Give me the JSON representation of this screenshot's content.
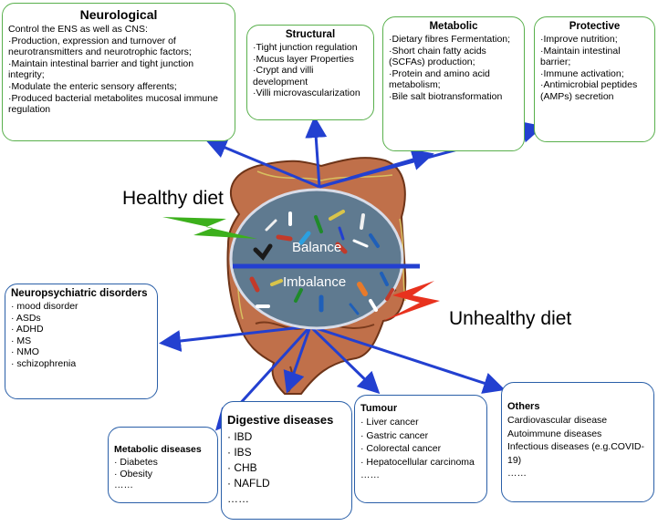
{
  "neurological": {
    "title": "Neurological",
    "items": [
      "Control the ENS as well as CNS:",
      "·Production, expression and turnover of neurotransmitters and neurotrophic factors;",
      "·Maintain intestinal barrier and tight junction integrity;",
      "·Modulate the enteric sensory afferents;",
      "·Produced  bacterial metabolites  mucosal immune regulation"
    ]
  },
  "structural": {
    "title": "Structural",
    "items": [
      "·Tight junction regulation",
      "·Mucus layer Properties",
      "·Crypt and villi development",
      "·Villi microvascularization"
    ]
  },
  "metabolic": {
    "title": "Metabolic",
    "items": [
      "·Dietary fibres Fermentation;",
      "·Short chain fatty acids (SCFAs) production;",
      "·Protein and amino acid metabolism;",
      "·Bile salt biotransformation"
    ]
  },
  "protective": {
    "title": "Protective",
    "items": [
      "·Improve nutrition;",
      "·Maintain intestinal barrier;",
      "·Immune activation;",
      "·Antimicrobial peptides (AMPs) secretion"
    ]
  },
  "healthy_diet": "Healthy diet",
  "unhealthy_diet": "Unhealthy diet",
  "balance": "Balance",
  "imbalance": "Imbalance",
  "neuropsychiatric": {
    "title": "Neuropsychiatric disorders",
    "items": [
      "· mood disorder",
      "· ASDs",
      "· ADHD",
      "· MS",
      "· NMO",
      "· schizophrenia"
    ]
  },
  "metabolic_diseases": {
    "title": "Metabolic diseases",
    "items": [
      "· Diabetes",
      "· Obesity",
      "……"
    ]
  },
  "digestive_diseases": {
    "title": "Digestive diseases",
    "items": [
      "· IBD",
      "· IBS",
      "· CHB",
      "· NAFLD",
      "……"
    ]
  },
  "tumour": {
    "title": "Tumour",
    "items": [
      "· Liver cancer",
      "· Gastric cancer",
      "· Colorectal cancer",
      "· Hepatocellular carcinoma",
      "……"
    ]
  },
  "others": {
    "title": "Others",
    "items": [
      "Cardiovascular disease",
      "Autoimmune diseases",
      "Infectious diseases (e.g.COVID-19)",
      "……"
    ]
  },
  "colors": {
    "green_border": "#59b04c",
    "blue_border": "#2a5fa8",
    "arrow": "#2340d0",
    "oval": "#5f7a90",
    "intestine": "#c0704a",
    "healthy_bolt": "#3cb01c",
    "unhealthy_bolt": "#e8321e"
  }
}
